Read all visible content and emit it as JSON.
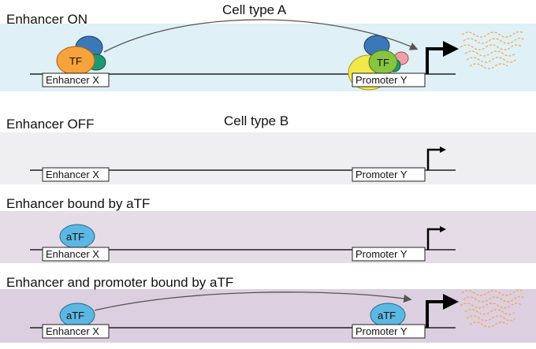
{
  "panels": [
    {
      "heading": "Enhancer ON",
      "cell_type": "Cell type A",
      "enhancer_box": "Enhancer X",
      "promoter_box": "Promoter Y",
      "enhancer_factor": "TF",
      "promoter_factor": "TF",
      "arrow_strength": "strong"
    },
    {
      "heading": "Enhancer OFF",
      "cell_type": "Cell type B",
      "enhancer_box": "Enhancer X",
      "promoter_box": "Promoter Y",
      "arrow_strength": "weak"
    },
    {
      "heading": "Enhancer bound by aTF",
      "enhancer_box": "Enhancer X",
      "promoter_box": "Promoter Y",
      "enhancer_factor": "aTF",
      "arrow_strength": "weak"
    },
    {
      "heading": "Enhancer and promoter bound by aTF",
      "enhancer_box": "Enhancer X",
      "promoter_box": "Promoter Y",
      "enhancer_factor": "aTF",
      "promoter_factor": "aTF",
      "arrow_strength": "strong"
    }
  ],
  "colors": {
    "panel_a_bg": "#dff0f6",
    "panel_b_bg": "#efeef0",
    "panel_c_bg": "#e6dce8",
    "panel_d_bg": "#dccfe0",
    "tf_orange": "#f5a33a",
    "tf_green": "#86c441",
    "tf_yellow": "#f2e84a",
    "tf_blue": "#3b78b8",
    "tf_teal": "#1e9a73",
    "tf_pink": "#f0a0a8",
    "atf_blue": "#5db7e3",
    "transcript": "#f5a545"
  }
}
